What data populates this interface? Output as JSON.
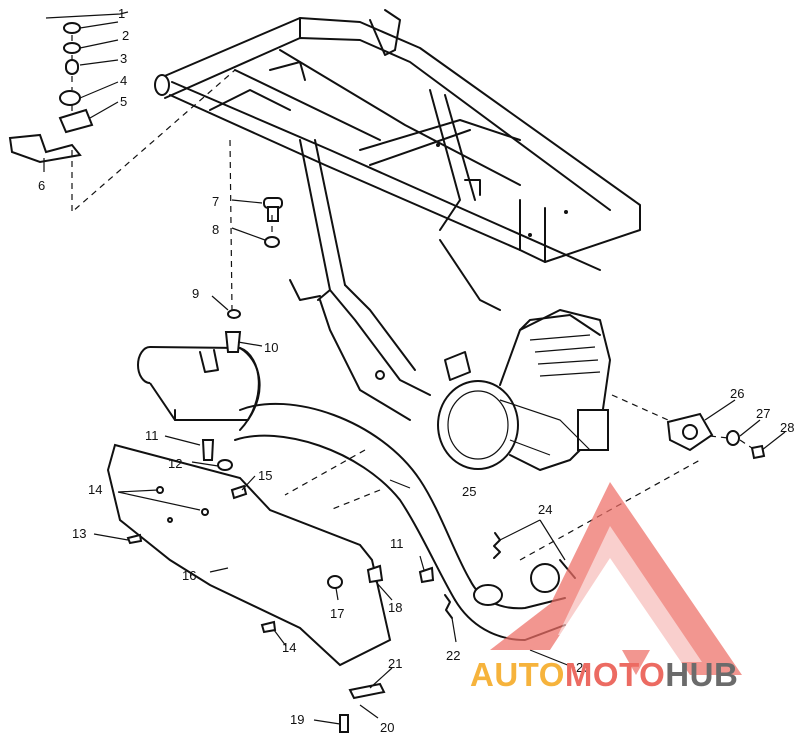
{
  "diagram": {
    "callouts": [
      {
        "id": "1",
        "text": "1"
      },
      {
        "id": "2",
        "text": "2"
      },
      {
        "id": "3",
        "text": "3"
      },
      {
        "id": "4",
        "text": "4"
      },
      {
        "id": "5",
        "text": "5"
      },
      {
        "id": "6",
        "text": "6"
      },
      {
        "id": "7",
        "text": "7"
      },
      {
        "id": "8",
        "text": "8"
      },
      {
        "id": "9",
        "text": "9"
      },
      {
        "id": "10",
        "text": "10"
      },
      {
        "id": "11a",
        "text": "11"
      },
      {
        "id": "11b",
        "text": "11"
      },
      {
        "id": "12",
        "text": "12"
      },
      {
        "id": "13",
        "text": "13"
      },
      {
        "id": "14a",
        "text": "14"
      },
      {
        "id": "14b",
        "text": "14"
      },
      {
        "id": "15",
        "text": "15"
      },
      {
        "id": "16",
        "text": "16"
      },
      {
        "id": "17",
        "text": "17"
      },
      {
        "id": "18",
        "text": "18"
      },
      {
        "id": "19",
        "text": "19"
      },
      {
        "id": "20",
        "text": "20"
      },
      {
        "id": "21",
        "text": "21"
      },
      {
        "id": "22",
        "text": "22"
      },
      {
        "id": "23",
        "text": "23"
      },
      {
        "id": "24",
        "text": "24"
      },
      {
        "id": "25",
        "text": "25"
      },
      {
        "id": "26",
        "text": "26"
      },
      {
        "id": "27",
        "text": "27"
      },
      {
        "id": "28",
        "text": "28"
      }
    ]
  },
  "watermark": {
    "part1": "AUTO",
    "part2": "MOTO",
    "part3": "HUB",
    "colors": {
      "auto": "#f6b33c",
      "moto": "#ec6b62",
      "hub": "#6b6b6b"
    }
  }
}
